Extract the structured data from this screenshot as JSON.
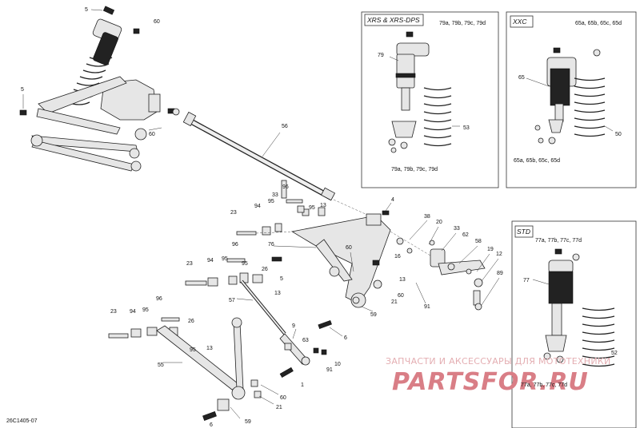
{
  "diagram_code": "26C1405-07",
  "watermark": {
    "line1": "ЗАПЧАСТИ И АКСЕССУАРЫ ДЛЯ МОТОТЕХНИКИ",
    "line2": "PARTSFOR.RU"
  },
  "insets": {
    "xrs": {
      "title": "XRS & XRS-DPS",
      "labels": {
        "top_group": "79a, 79b, 79c, 79d",
        "shock": "79",
        "spring": "53",
        "bottom_group": "79a, 79b, 79c, 79d"
      }
    },
    "xxc": {
      "title": "XXC",
      "labels": {
        "top_group": "65a, 65b, 65c, 65d",
        "shock": "65",
        "spring": "50",
        "bottom_group": "65a, 65b, 65c, 65d"
      }
    },
    "std": {
      "title": "STD",
      "labels": {
        "top_group": "77a, 77b, 77c, 77d",
        "shock": "77",
        "spring": "52",
        "bottom_group": "77a, 77b, 77c, 77d"
      }
    }
  },
  "callouts": {
    "c5_top": "5",
    "c60_top": "60",
    "c5_left": "5",
    "c60_frame": "60",
    "c56": "56",
    "c96_a": "96",
    "c33_a": "33",
    "c23_a": "23",
    "c94_a": "94",
    "c95_a": "95",
    "c13_a": "13",
    "c4": "4",
    "c38": "38",
    "c20": "20",
    "c33_b": "33",
    "c62": "62",
    "c58": "58",
    "c16": "16",
    "c19": "19",
    "c12": "12",
    "c89": "89",
    "c91_a": "91",
    "c13_b": "13",
    "c60_b": "60",
    "c21_a": "21",
    "c76": "76",
    "c60_c": "60",
    "c59_a": "59",
    "c96_b": "96",
    "c23_b": "23",
    "c94_b": "94",
    "c95_b": "95",
    "c26_a": "26",
    "c13_c": "13",
    "c5_mid": "5",
    "c57": "57",
    "c23_c": "23",
    "c96_c": "96",
    "c94_c": "94",
    "c95_c": "95",
    "c26_b": "26",
    "c13_d": "13",
    "c95_d": "95",
    "c9": "9",
    "c6_a": "6",
    "c63": "63",
    "c91_b": "91",
    "c10": "10",
    "c55": "55",
    "c1": "1",
    "c60_d": "60",
    "c21_b": "21",
    "c6_b": "6",
    "c59_b": "59"
  }
}
